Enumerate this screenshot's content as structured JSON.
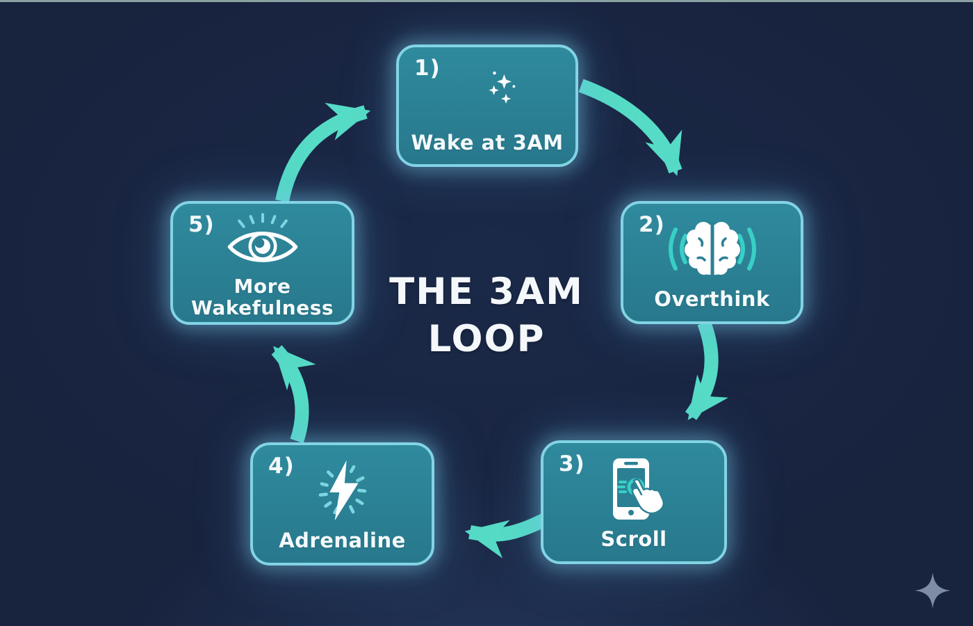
{
  "title": {
    "line1": "THE 3AM",
    "line2": "LOOP"
  },
  "nodes": [
    {
      "number": "1)",
      "label": "Wake at 3AM",
      "icon": "moon-stars-icon"
    },
    {
      "number": "2)",
      "label": "Overthink",
      "icon": "brain-waves-icon"
    },
    {
      "number": "3)",
      "label": "Scroll",
      "icon": "phone-tap-icon"
    },
    {
      "number": "4)",
      "label": "Adrenaline",
      "icon": "lightning-icon"
    },
    {
      "number": "5)",
      "label": "More Wakefulness",
      "icon": "eye-icon"
    }
  ],
  "arrows": [
    {
      "from": "Wake at 3AM",
      "to": "Overthink"
    },
    {
      "from": "Overthink",
      "to": "Scroll"
    },
    {
      "from": "Scroll",
      "to": "Adrenaline"
    },
    {
      "from": "Adrenaline",
      "to": "More Wakefulness"
    },
    {
      "from": "More Wakefulness",
      "to": "Wake at 3AM"
    }
  ],
  "watermark": {
    "icon": "sparkle-icon"
  },
  "colors": {
    "background": "#18233e",
    "box_fill": "#2b8094",
    "box_border": "#82d4e4",
    "arrow": "#56dcc6",
    "accent_teal": "#38cfc6",
    "ray_teal": "#7cd6e2",
    "text": "#ffffff",
    "watermark": "#8d9bb4"
  }
}
